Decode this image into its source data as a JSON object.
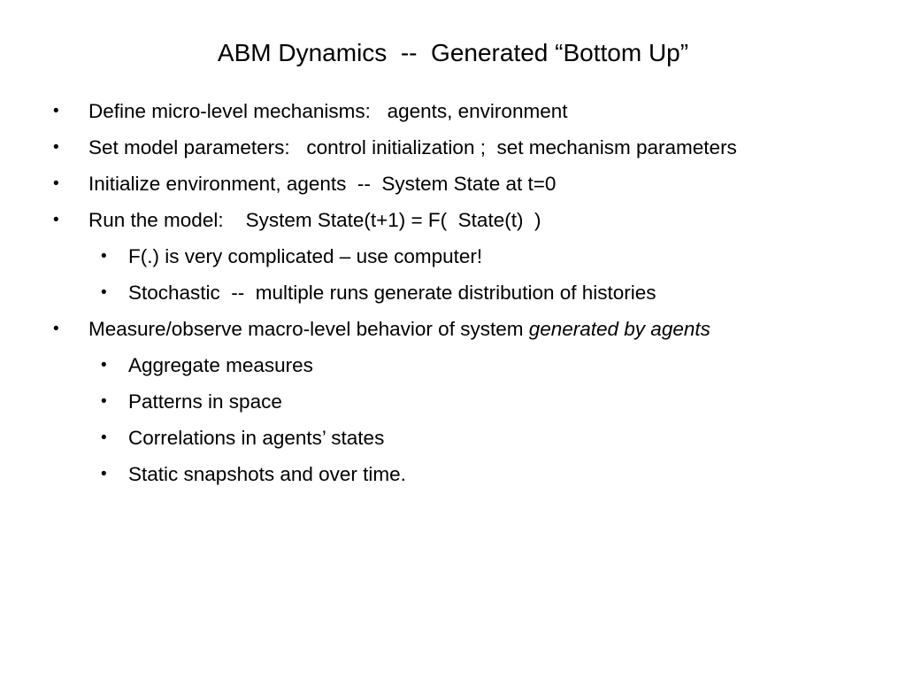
{
  "slide": {
    "title": "ABM Dynamics  --  Generated “Bottom Up”",
    "bullet_glyph": "•",
    "bullets": [
      {
        "text": "Define micro-level mechanisms:   agents, environment"
      },
      {
        "text": "Set model parameters:   control initialization ;  set mechanism parameters"
      },
      {
        "text": "Initialize environment, agents  --  System State at t=0"
      },
      {
        "text": "Run the model:    System State(t+1) = F(  State(t)  )"
      },
      {
        "text": "F(.) is very complicated – use computer!"
      },
      {
        "text": "Stochastic  --  multiple runs generate distribution of histories"
      },
      {
        "text": "Measure/observe macro-level behavior of system ",
        "emphasis": "generated by agents"
      },
      {
        "text": "Aggregate measures"
      },
      {
        "text": "Patterns in space"
      },
      {
        "text": "Correlations in agents’ states"
      },
      {
        "text": "Static snapshots and over time."
      }
    ]
  }
}
